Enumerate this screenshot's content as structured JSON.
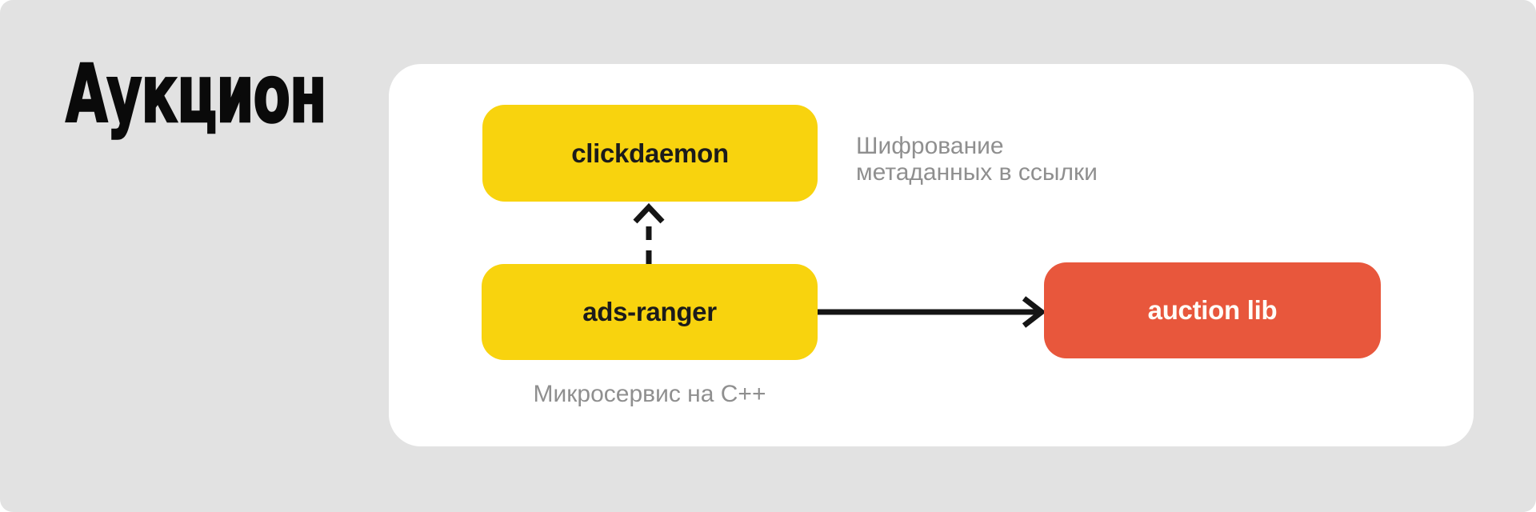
{
  "title": "Аукцион",
  "diagram": {
    "nodes": {
      "clickdaemon": {
        "label": "clickdaemon",
        "color": "#f8d30e"
      },
      "ads_ranger": {
        "label": "ads-ranger",
        "color": "#f8d30e"
      },
      "auction_lib": {
        "label": "auction lib",
        "color": "#e8573c"
      }
    },
    "captions": {
      "encryption": {
        "line1": "Шифрование",
        "line2": "метаданных в ссылки"
      },
      "microservice": "Микросервис на C++"
    },
    "edges": [
      {
        "from": "ads-ranger",
        "to": "clickdaemon",
        "style": "dashed",
        "direction": "up"
      },
      {
        "from": "ads-ranger",
        "to": "auction lib",
        "style": "solid",
        "direction": "right"
      }
    ]
  },
  "colors": {
    "bg": "#e2e2e2",
    "card": "#ffffff",
    "node_yellow": "#f8d30e",
    "node_red": "#e8573c",
    "gray_text": "#8f8f8f",
    "ink": "#151515",
    "title_color": "#0a0a0a"
  }
}
